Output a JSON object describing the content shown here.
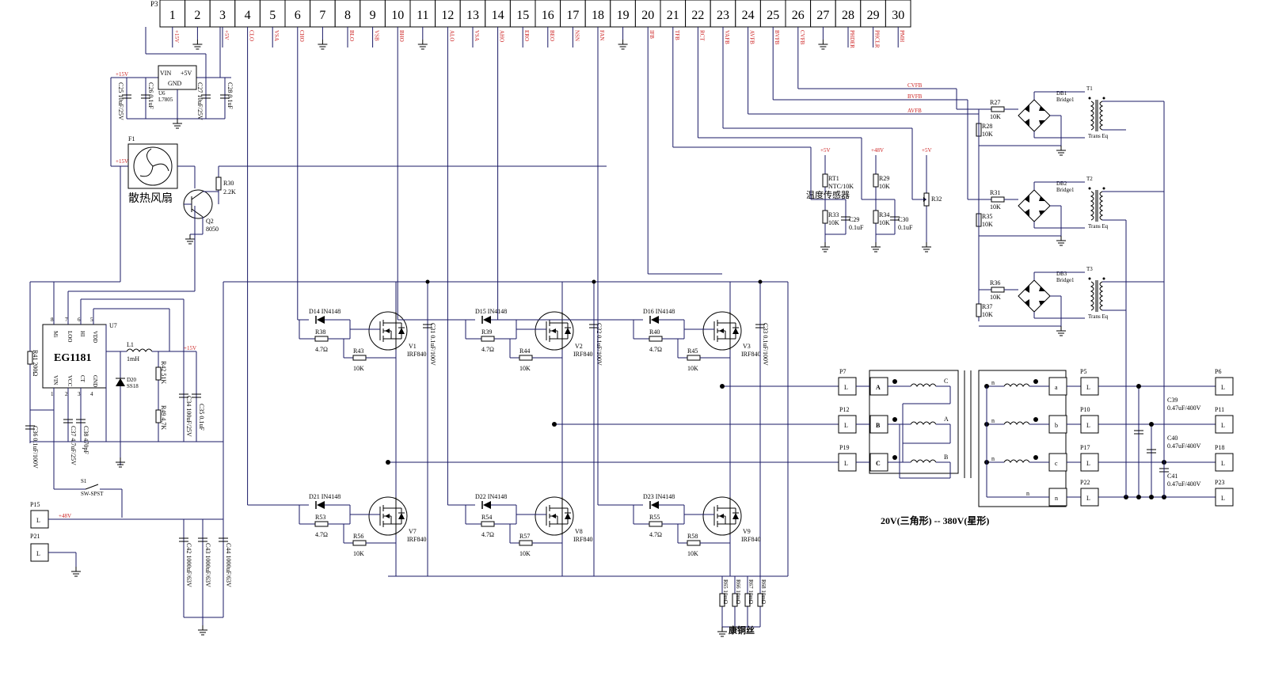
{
  "connector": {
    "ref": "P3",
    "pins": [
      "1",
      "2",
      "3",
      "4",
      "5",
      "6",
      "7",
      "8",
      "9",
      "10",
      "11",
      "12",
      "13",
      "14",
      "15",
      "16",
      "17",
      "18",
      "19",
      "20",
      "21",
      "22",
      "23",
      "24",
      "25",
      "26",
      "27",
      "28",
      "29",
      "30"
    ],
    "signals": [
      "+15V",
      "",
      "+5V",
      "CLO",
      "VSA",
      "CHO",
      "",
      "BLO",
      "VSB",
      "BHO",
      "",
      "ALO",
      "VSA",
      "AHO",
      "ERO",
      "BEO",
      "NSN",
      "FAN",
      "",
      "IFB",
      "TFB",
      "RCT",
      "VAFB",
      "AVFB",
      "BVFB",
      "CVFB",
      "",
      "PHDER",
      "PHCLR",
      "PMH"
    ]
  },
  "fan": {
    "ref": "F1",
    "label": "散热风扇",
    "rail": "+15V"
  },
  "transistor_q2": {
    "ref": "Q2",
    "part": "8050",
    "resistor_ref": "R30",
    "resistor_val": "2.2K"
  },
  "regulator": {
    "ref": "U6",
    "part": "L7805",
    "vin": "VIN",
    "vout": "+5V",
    "gnd": "GND",
    "rail_in": "+15V"
  },
  "caps_reg": [
    {
      "ref": "C25",
      "val": "10uF/25V"
    },
    {
      "ref": "C26",
      "val": "0.1uF"
    },
    {
      "ref": "C27",
      "val": "10uF/25V"
    },
    {
      "ref": "C28",
      "val": "0.1uF"
    }
  ],
  "driver_ic": {
    "ref": "U7",
    "part": "EG1181",
    "pins": [
      "Mi",
      "LOO",
      "HI",
      "VDD",
      "VIN",
      "VCC",
      "CT",
      "GND"
    ],
    "pin_nums": [
      "8",
      "7",
      "6",
      "5",
      "1",
      "2",
      "3",
      "4"
    ],
    "inductor_ref": "L1",
    "inductor_val": "1mH",
    "diode_ref": "D20",
    "diode_part": "SS18",
    "r41": "R41",
    "r41_val": "200Ω",
    "r42": "R42",
    "r42_val": "51K",
    "r49": "R49",
    "r49_val": "4.7K",
    "c34": "C34",
    "c34_val": "100uF/25V",
    "c35": "C35",
    "c35_val": "0.1uF",
    "c36": "C36",
    "c36_val": "0.1uF/100V",
    "c37": "C37",
    "c37_val": "4.7uF/25V",
    "c38": "C38",
    "c38_val": "470pF",
    "switch_ref": "S1",
    "switch_part": "SW-SPST",
    "rail_out": "+15V"
  },
  "power_in": [
    {
      "ref": "P15",
      "pin": "L",
      "net": "+48V"
    },
    {
      "ref": "P21",
      "pin": "L"
    }
  ],
  "bulk_caps": [
    {
      "ref": "C42",
      "val": "1000uF/63V"
    },
    {
      "ref": "C43",
      "val": "1000uF/63V"
    },
    {
      "ref": "C44",
      "val": "1000uF/63V"
    }
  ],
  "bridge_upper": [
    {
      "mos": "V1",
      "part": "IRF840",
      "diode": "D14",
      "dpart": "IN4148",
      "rg": "R38",
      "rgv": "4.7Ω",
      "rpd": "R43",
      "rpdv": "10K",
      "cap": "C31",
      "capv": "0.1uF/100V"
    },
    {
      "mos": "V2",
      "part": "IRF840",
      "diode": "D15",
      "dpart": "IN4148",
      "rg": "R39",
      "rgv": "4.7Ω",
      "rpd": "R44",
      "rpdv": "10K",
      "cap": "C32",
      "capv": "0.1uF/100V"
    },
    {
      "mos": "V3",
      "part": "IRF840",
      "diode": "D16",
      "dpart": "IN4148",
      "rg": "R40",
      "rgv": "4.7Ω",
      "rpd": "R45",
      "rpdv": "10K",
      "cap": "C33",
      "capv": "0.1uF/100V"
    }
  ],
  "bridge_lower": [
    {
      "mos": "V7",
      "part": "IRF840",
      "diode": "D21",
      "dpart": "IN4148",
      "rg": "R53",
      "rgv": "4.7Ω",
      "rpd": "R56",
      "rpdv": "10K"
    },
    {
      "mos": "V8",
      "part": "IRF840",
      "diode": "D22",
      "dpart": "IN4148",
      "rg": "R54",
      "rgv": "4.7Ω",
      "rpd": "R57",
      "rpdv": "10K"
    },
    {
      "mos": "V9",
      "part": "IRF840",
      "diode": "D23",
      "dpart": "IN4148",
      "rg": "R55",
      "rgv": "4.7Ω",
      "rpd": "R58",
      "rpdv": "10K"
    }
  ],
  "shunts": {
    "items": [
      {
        "ref": "R65",
        "val": "10mΩ"
      },
      {
        "ref": "R66",
        "val": "10mΩ"
      },
      {
        "ref": "R67",
        "val": "10mΩ"
      },
      {
        "ref": "R68",
        "val": "10mΩ"
      }
    ],
    "label": "康铜丝"
  },
  "phase_out": [
    {
      "ref": "P7",
      "pin": "L"
    },
    {
      "ref": "P12",
      "pin": "L"
    },
    {
      "ref": "P19",
      "pin": "L"
    }
  ],
  "transformer": {
    "primary_terms": [
      "A",
      "B",
      "C"
    ],
    "primary_winding_ends": [
      "C",
      "A",
      "B"
    ],
    "secondary_terms": [
      "a",
      "b",
      "c",
      "n"
    ],
    "secondary_winding_ends": [
      "n",
      "n",
      "n",
      "n"
    ],
    "caption": "20V(三角形) -- 380V(星形)"
  },
  "out_left": [
    {
      "ref": "P5",
      "pin": "L"
    },
    {
      "ref": "P10",
      "pin": "L"
    },
    {
      "ref": "P17",
      "pin": "L"
    },
    {
      "ref": "P22",
      "pin": "L"
    }
  ],
  "out_right": [
    {
      "ref": "P6",
      "pin": "L"
    },
    {
      "ref": "P11",
      "pin": "L"
    },
    {
      "ref": "P18",
      "pin": "L"
    },
    {
      "ref": "P23",
      "pin": "L"
    }
  ],
  "filter_caps": [
    {
      "ref": "C39",
      "val": "0.47uF/400V"
    },
    {
      "ref": "C40",
      "val": "0.47uF/400V"
    },
    {
      "ref": "C41",
      "val": "0.47uF/400V"
    }
  ],
  "sensors": {
    "rail": "+5V",
    "rail48": "+48V",
    "rt1": "RT1",
    "rt1_val": "NTC/10K",
    "rt1_label": "温度传感器",
    "r33": "R33",
    "r33_val": "10K",
    "c29": "C29",
    "c29_val": "0.1uF",
    "r29": "R29",
    "r29_val": "10K",
    "r34": "R34",
    "r34_val": "10K",
    "c30": "C30",
    "c30_val": "0.1uF",
    "r32": "R32"
  },
  "fb_nets": [
    "CVFB",
    "BVFB",
    "AVFB"
  ],
  "fb_chains": [
    {
      "r_top": "R27",
      "r_top_val": "10K",
      "r_bot": "R28",
      "r_bot_val": "10K",
      "bridge": "DB1",
      "bridge_part": "Bridge1",
      "trans": "T1",
      "trans_part": "Trans Eq"
    },
    {
      "r_top": "R31",
      "r_top_val": "10K",
      "r_bot": "R35",
      "r_bot_val": "10K",
      "bridge": "DB2",
      "bridge_part": "Bridge1",
      "trans": "T2",
      "trans_part": "Trans Eq"
    },
    {
      "r_top": "R36",
      "r_top_val": "10K",
      "r_bot": "R37",
      "r_bot_val": "10K",
      "bridge": "DB3",
      "bridge_part": "Bridge1",
      "trans": "T3",
      "trans_part": "Trans Eq"
    }
  ],
  "colors": {
    "wire": "#1a1a66",
    "net_label": "#cc2222",
    "ink": "#000000"
  }
}
